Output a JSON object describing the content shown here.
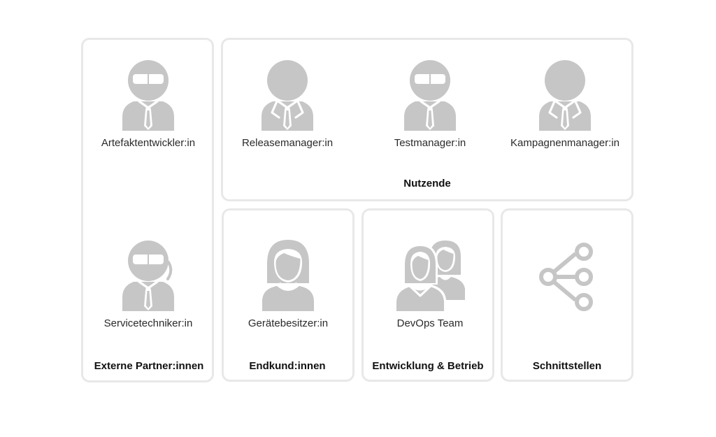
{
  "roles": {
    "artefaktentwickler": "Artefaktentwickler:in",
    "servicetechniker": "Servicetechniker:in",
    "releasemanager": "Releasemanager:in",
    "testmanager": "Testmanager:in",
    "kampagnenmanager": "Kampagnenmanager:in",
    "geraetebesitzer": "Gerätebesitzer:in",
    "devops": "DevOps Team"
  },
  "groups": {
    "externe_partner": "Externe Partner:innen",
    "nutzende": "Nutzende",
    "endkunden": "Endkund:innen",
    "entwicklung_betrieb": "Entwicklung & Betrieb",
    "schnittstellen": "Schnittstellen"
  },
  "icons": {
    "agent": "agent-with-sunglasses-icon",
    "person": "person-with-tie-icon",
    "technician": "technician-with-headset-icon",
    "woman": "woman-icon",
    "team": "team-icon",
    "share": "share-network-icon"
  },
  "colors": {
    "icon": "#c6c6c6",
    "border": "#e8e8e8"
  }
}
